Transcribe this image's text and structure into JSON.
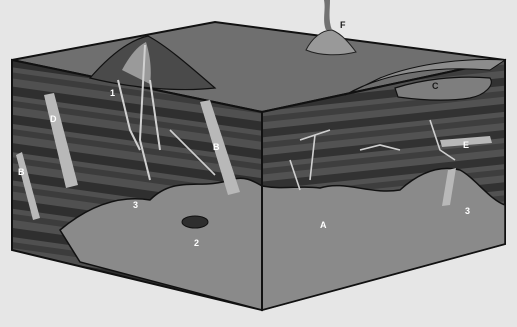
{
  "labels": {
    "A": "A",
    "B1": "B",
    "B2": "B",
    "C": "C",
    "D": "D",
    "E": "E",
    "F": "F",
    "one": "1",
    "two": "2",
    "three1": "3",
    "three2": "3"
  },
  "colors": {
    "background": "#e6e6e6",
    "top_surface": "#6e6e6e",
    "layer_dark": "#3a3a3a",
    "layer_mid": "#5a5a5a",
    "intrusion": "#8a8a8a",
    "dike": "#b8b8b8",
    "outline": "#111111"
  }
}
